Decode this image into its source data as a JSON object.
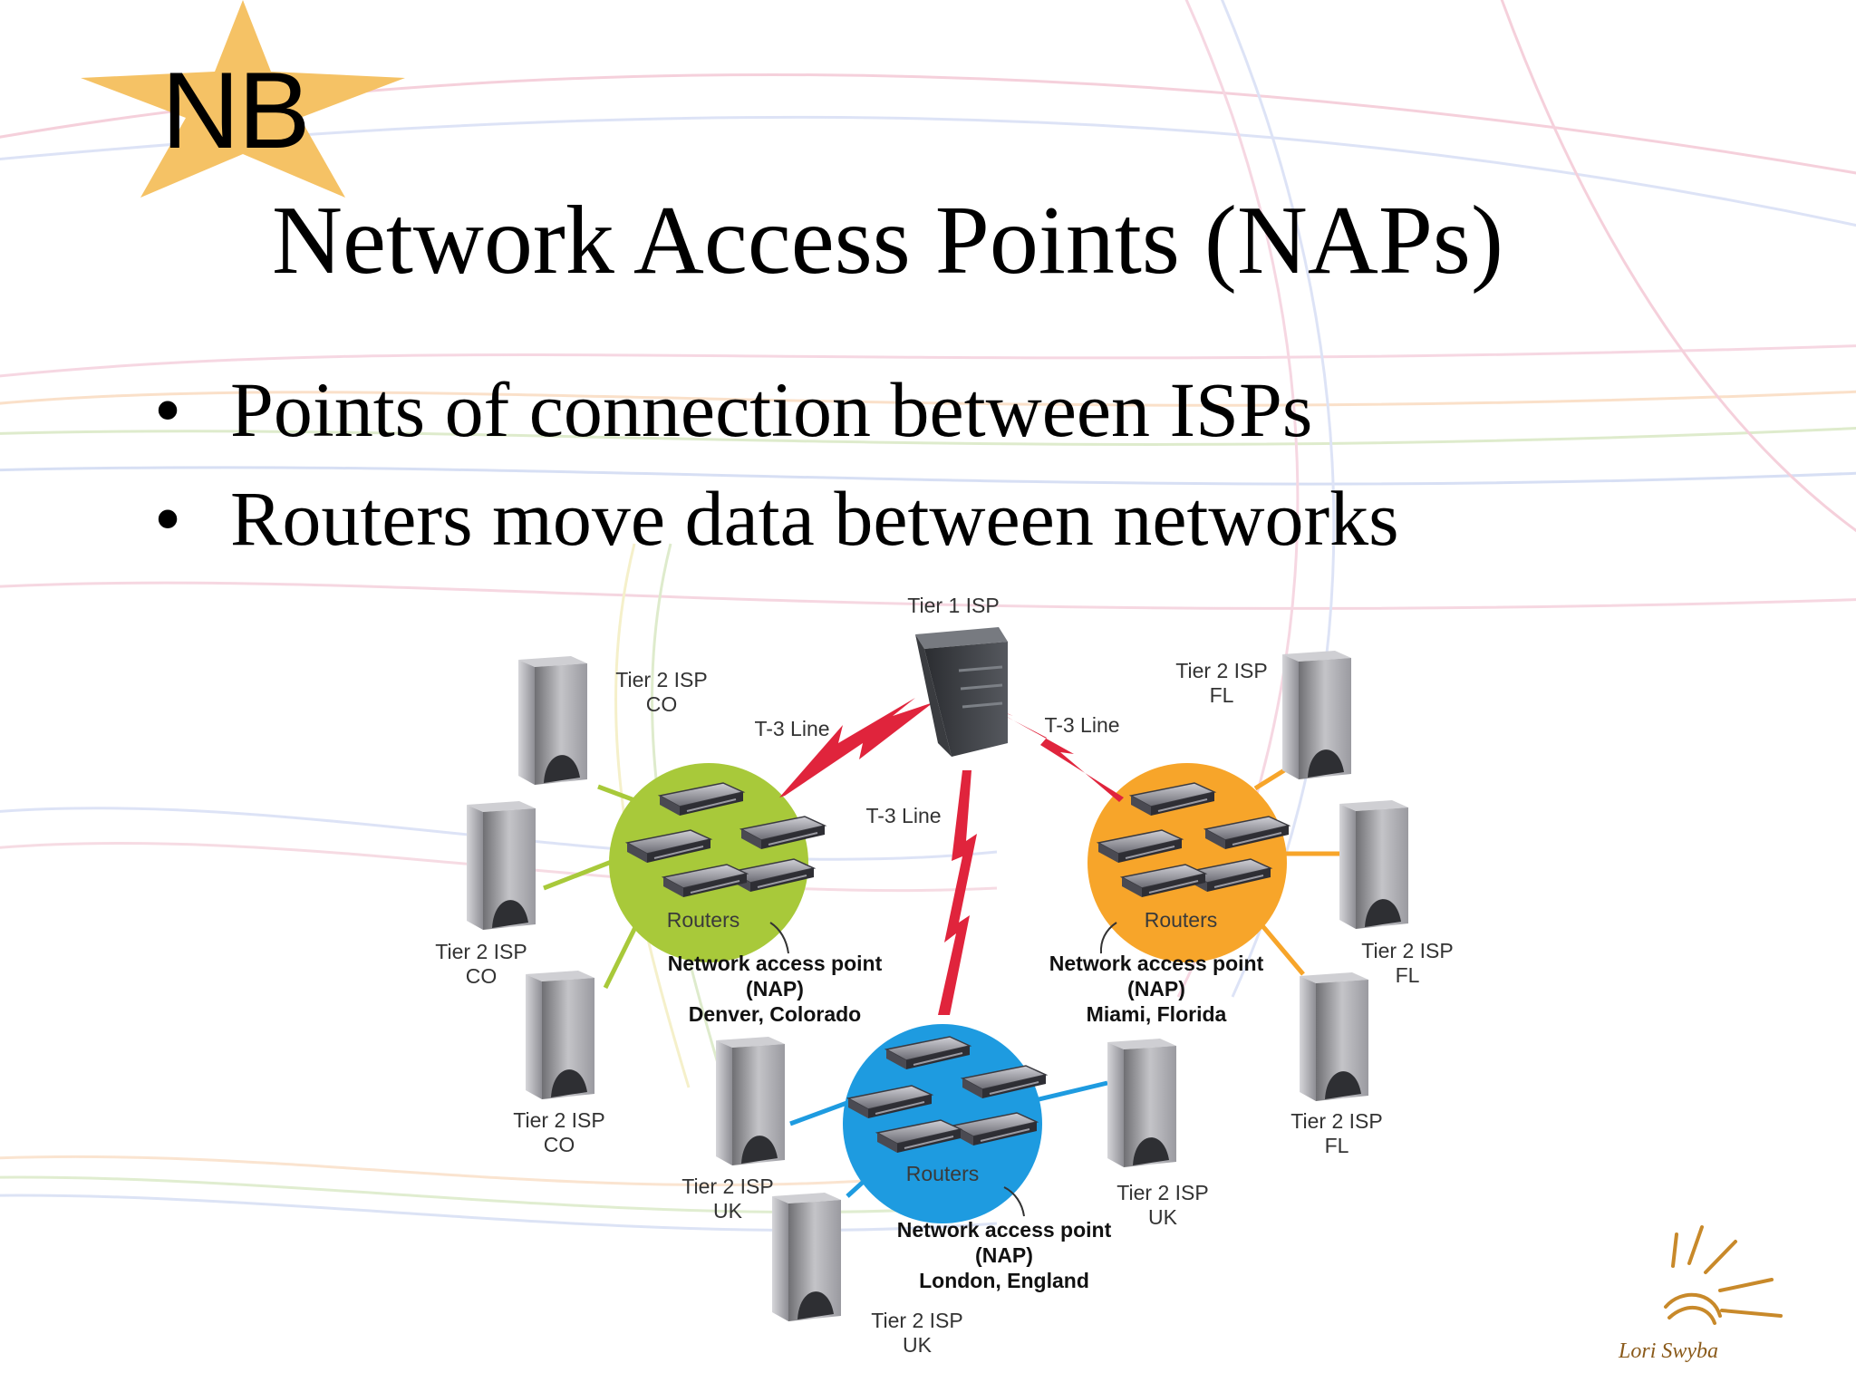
{
  "badge": {
    "text": "NB",
    "color": "#F5C265"
  },
  "slide": {
    "title": "Network Access Points (NAPs)",
    "bullets": [
      "Points of connection between ISPs",
      "Routers move data between networks"
    ]
  },
  "diagram": {
    "tier1_label": "Tier 1 ISP",
    "links": {
      "left": "T-3 Line",
      "middle": "T-3 Line",
      "right": "T-3 Line"
    },
    "naps": [
      {
        "id": "denver",
        "color": "#A8C93A",
        "routers_label": "Routers",
        "caption": [
          "Network access point",
          "(NAP)",
          "Denver, Colorado"
        ]
      },
      {
        "id": "miami",
        "color": "#F7A52A",
        "routers_label": "Routers",
        "caption": [
          "Network access point",
          "(NAP)",
          "Miami, Florida"
        ]
      },
      {
        "id": "london",
        "color": "#1E9BE0",
        "routers_label": "Routers",
        "caption": [
          "Network access point",
          "(NAP)",
          "London, England"
        ]
      }
    ],
    "servers": [
      {
        "line1": "Tier 2 ISP",
        "line2": "CO"
      },
      {
        "line1": "Tier 2 ISP",
        "line2": "CO"
      },
      {
        "line1": "Tier 2 ISP",
        "line2": "CO"
      },
      {
        "line1": "Tier 2 ISP",
        "line2": "FL"
      },
      {
        "line1": "Tier 2 ISP",
        "line2": "FL"
      },
      {
        "line1": "Tier 2 ISP",
        "line2": "FL"
      },
      {
        "line1": "Tier 2 ISP",
        "line2": "UK"
      },
      {
        "line1": "Tier 2 ISP",
        "line2": "UK"
      },
      {
        "line1": "Tier 2 ISP",
        "line2": "UK"
      }
    ],
    "link_color": "#E0243C"
  },
  "signature": {
    "text": "Lori Swyba",
    "color": "#C8892A"
  }
}
